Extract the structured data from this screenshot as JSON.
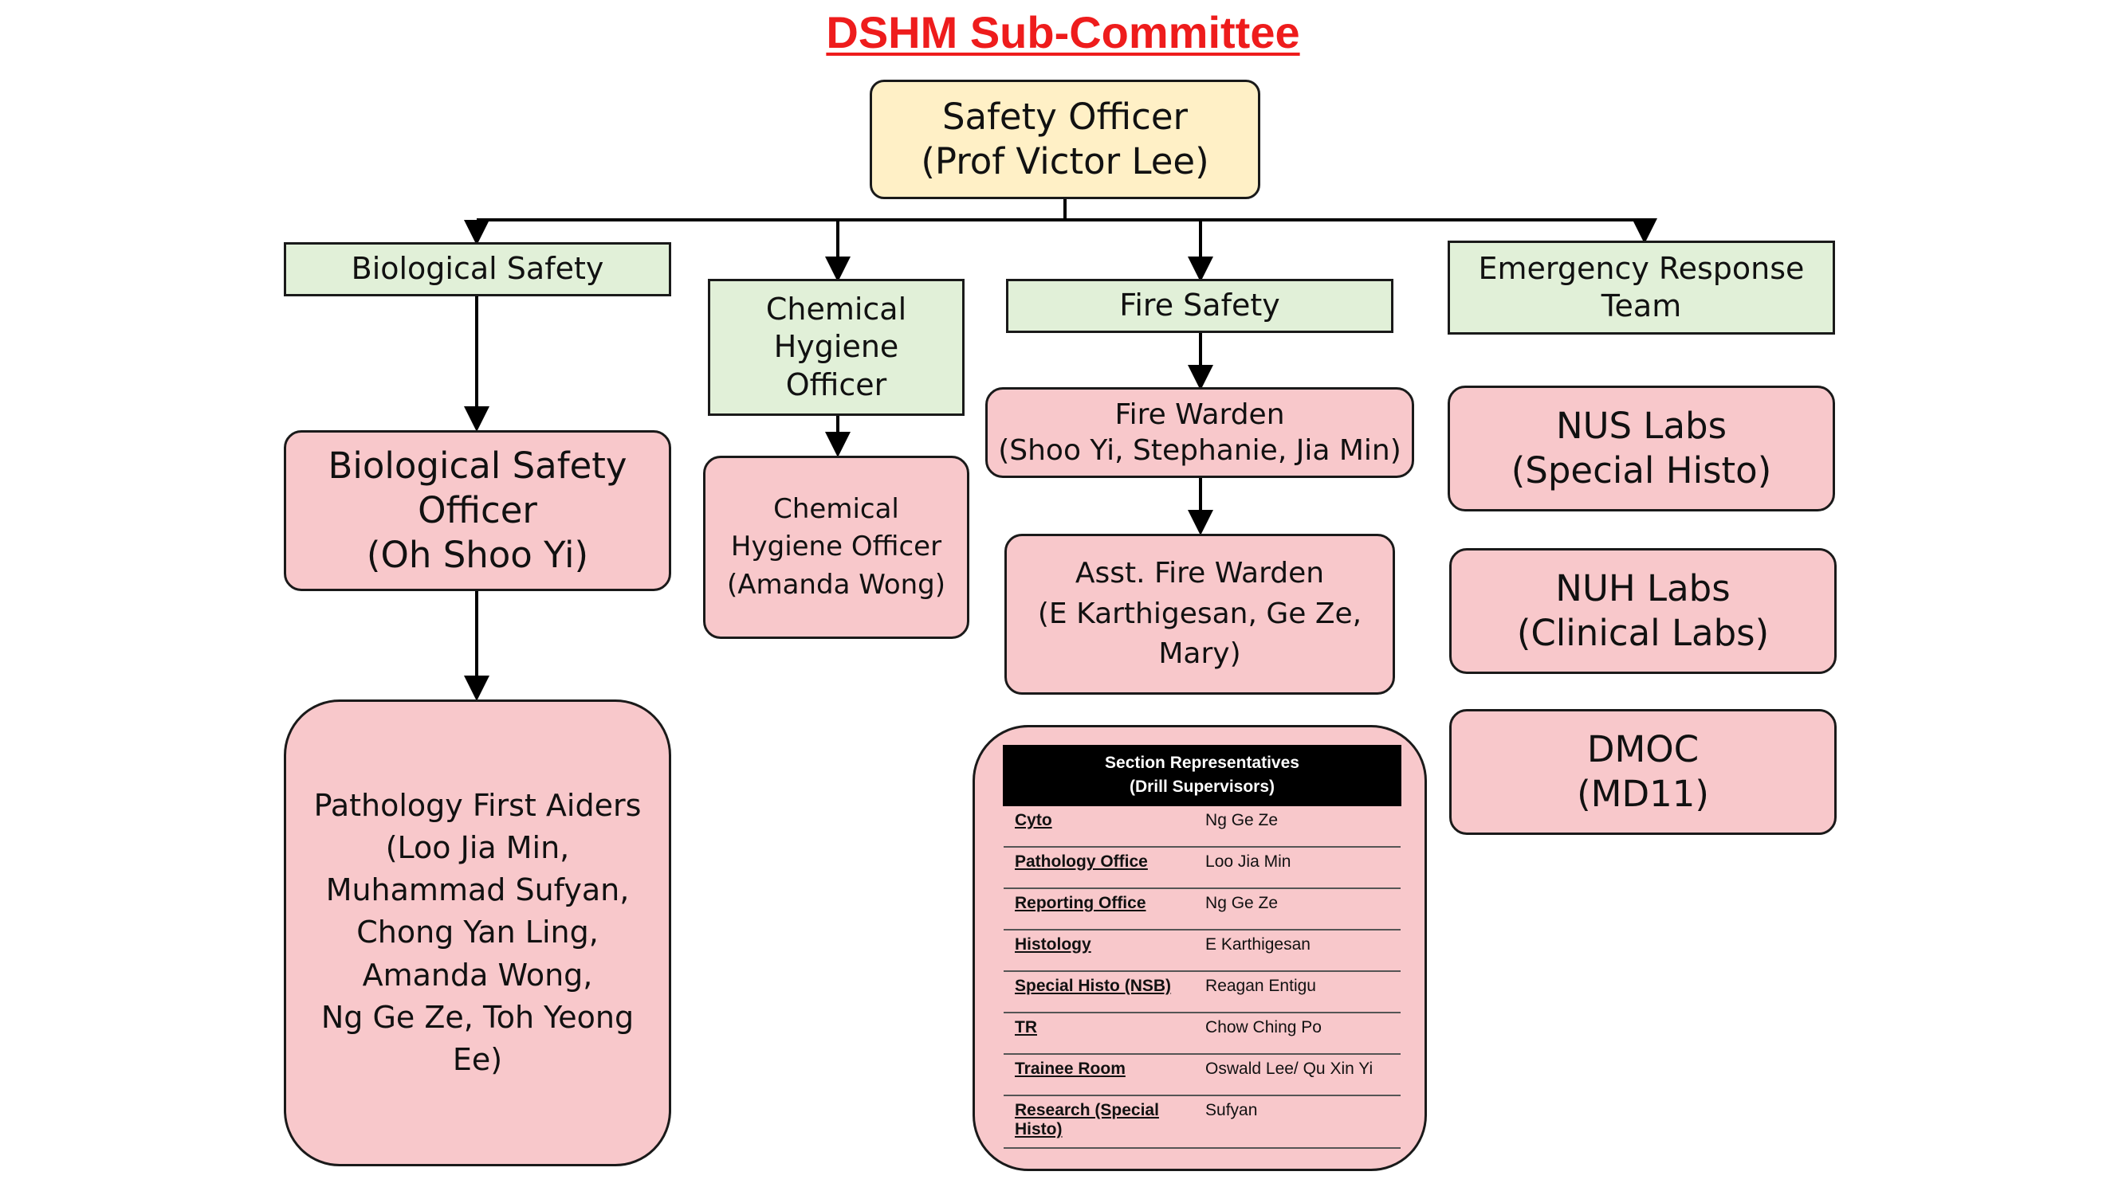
{
  "title": "DSHM Sub-Committee",
  "head": {
    "line1": "Safety Officer",
    "line2": "(Prof Victor Lee)"
  },
  "categories": {
    "bio": "Biological Safety",
    "chem": [
      "Chemical",
      "Hygiene",
      "Officer"
    ],
    "fire": "Fire Safety",
    "ert": [
      "Emergency Response",
      "Team"
    ]
  },
  "bio_officer": [
    "Biological Safety",
    "Officer",
    "(Oh Shoo Yi)"
  ],
  "first_aiders": [
    "Pathology First Aiders",
    "(Loo Jia Min,",
    "Muhammad Sufyan,",
    "Chong Yan Ling,",
    "Amanda Wong,",
    "Ng Ge Ze, Toh Yeong",
    "Ee)"
  ],
  "chem_officer": [
    "Chemical",
    "Hygiene Officer",
    "(Amanda Wong)"
  ],
  "fire_warden": [
    "Fire Warden",
    "(Shoo Yi, Stephanie, Jia Min)"
  ],
  "asst_fire_warden": [
    "Asst. Fire Warden",
    "(E Karthigesan, Ge Ze,",
    "Mary)"
  ],
  "ert_units": [
    [
      "NUS Labs",
      "(Special Histo)"
    ],
    [
      "NUH Labs",
      "(Clinical Labs)"
    ],
    [
      "DMOC",
      "(MD11)"
    ]
  ],
  "section_reps": {
    "header": [
      "Section Representatives",
      "(Drill Supervisors)"
    ],
    "rows": [
      {
        "section": "Cyto",
        "rep": "Ng Ge Ze"
      },
      {
        "section": "Pathology Office",
        "rep": "Loo Jia Min"
      },
      {
        "section": "Reporting Office",
        "rep": "Ng Ge Ze"
      },
      {
        "section": "Histology",
        "rep": "E Karthigesan"
      },
      {
        "section": "Special Histo (NSB)",
        "rep": "Reagan Entigu"
      },
      {
        "section": "TR",
        "rep": "Chow Ching Po"
      },
      {
        "section": "Trainee Room",
        "rep": "Oswald Lee/ Qu Xin Yi"
      },
      {
        "section": "Research (Special Histo)",
        "rep": "Sufyan"
      }
    ]
  }
}
